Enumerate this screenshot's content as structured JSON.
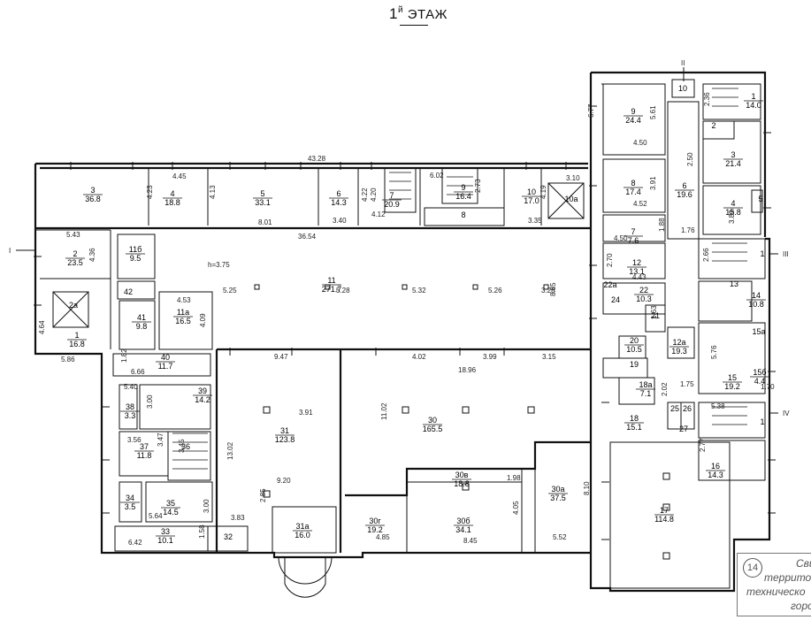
{
  "title": {
    "number": "1",
    "suffix": "й",
    "word": "ЭТАЖ"
  },
  "height_note": "h=3.75",
  "axes": [
    "I",
    "II",
    "III",
    "IV"
  ],
  "rooms": [
    {
      "no": "3",
      "area": "36.8"
    },
    {
      "no": "4",
      "area": "18.8"
    },
    {
      "no": "5",
      "area": "33.1"
    },
    {
      "no": "6",
      "area": "14.3"
    },
    {
      "no": "7",
      "area": "20.9"
    },
    {
      "no": "9",
      "area": "16.4"
    },
    {
      "no": "8",
      "area": ""
    },
    {
      "no": "10",
      "area": "17.0"
    },
    {
      "no": "10а",
      "area": ""
    },
    {
      "no": "2",
      "area": "23.5"
    },
    {
      "no": "2а",
      "area": ""
    },
    {
      "no": "1",
      "area": "16.8"
    },
    {
      "no": "11б",
      "area": "9.5"
    },
    {
      "no": "42",
      "area": ""
    },
    {
      "no": "41",
      "area": "9.8"
    },
    {
      "no": "11а",
      "area": "16.5"
    },
    {
      "no": "11",
      "area": "271.7"
    },
    {
      "no": "40",
      "area": "11.7"
    },
    {
      "no": "39",
      "area": "14.2"
    },
    {
      "no": "38",
      "area": "3.3"
    },
    {
      "no": "37",
      "area": "11.8"
    },
    {
      "no": "36",
      "area": ""
    },
    {
      "no": "34",
      "area": "3.5"
    },
    {
      "no": "35",
      "area": "14.5"
    },
    {
      "no": "33",
      "area": "10.1"
    },
    {
      "no": "32",
      "area": ""
    },
    {
      "no": "31",
      "area": "123.8"
    },
    {
      "no": "31а",
      "area": "16.0"
    },
    {
      "no": "30",
      "area": "165.5"
    },
    {
      "no": "30в",
      "area": "18.8"
    },
    {
      "no": "30г",
      "area": "19.2"
    },
    {
      "no": "30б",
      "area": "34.1"
    },
    {
      "no": "30а",
      "area": "37.5"
    },
    {
      "no": "9",
      "area": "24.4"
    },
    {
      "no": "8",
      "area": "17.4"
    },
    {
      "no": "7",
      "area": "7.6"
    },
    {
      "no": "10",
      "area": ""
    },
    {
      "no": "6",
      "area": "19.6"
    },
    {
      "no": "1",
      "area": "14.0"
    },
    {
      "no": "2",
      "area": ""
    },
    {
      "no": "3",
      "area": "21.4"
    },
    {
      "no": "4",
      "area": "15.8"
    },
    {
      "no": "5",
      "area": ""
    },
    {
      "no": "12",
      "area": "13.1"
    },
    {
      "no": "22",
      "area": "10.3"
    },
    {
      "no": "22а",
      "area": ""
    },
    {
      "no": "24",
      "area": ""
    },
    {
      "no": "21",
      "area": ""
    },
    {
      "no": "20",
      "area": "10.5"
    },
    {
      "no": "12а",
      "area": "19.3"
    },
    {
      "no": "19",
      "area": ""
    },
    {
      "no": "18а",
      "area": "7.1"
    },
    {
      "no": "18",
      "area": "15.1"
    },
    {
      "no": "25",
      "area": ""
    },
    {
      "no": "26",
      "area": ""
    },
    {
      "no": "27",
      "area": ""
    },
    {
      "no": "13",
      "area": ""
    },
    {
      "no": "14",
      "area": "10.8"
    },
    {
      "no": "15а",
      "area": ""
    },
    {
      "no": "15",
      "area": "19.2"
    },
    {
      "no": "15б",
      "area": "4.4"
    },
    {
      "no": "16",
      "area": "14.3"
    },
    {
      "no": "17",
      "area": "114.8"
    },
    {
      "no": "1",
      "area": ""
    },
    {
      "no": "1",
      "area": ""
    }
  ],
  "dimensions": [
    "43.28",
    "4.45",
    "4.23",
    "4.13",
    "8.01",
    "4.22",
    "4.20",
    "4.12",
    "3.40",
    "6.02",
    "2.73",
    "4.19",
    "3.10",
    "3.35",
    "36.54",
    "5.43",
    "4.36",
    "4.64",
    "5.86",
    "4.53",
    "4.09",
    "5.25",
    "5.28",
    "5.32",
    "5.26",
    "8.85",
    "3.28",
    "9.47",
    "4.02",
    "3.99",
    "3.15",
    "18.96",
    "11.02",
    "3.91",
    "13.02",
    "1.82",
    "6.66",
    "5.40",
    "3.00",
    "3.56",
    "3.47",
    "3.45",
    "5.64",
    "3.00",
    "2.85",
    "9.20",
    "3.83",
    "1.58",
    "6.42",
    "1.98",
    "4.85",
    "8.45",
    "4.05",
    "8.10",
    "5.52",
    "6.77",
    "5.61",
    "4.50",
    "3.91",
    "4.52",
    "1.88",
    "4.50",
    "2.36",
    "2.50",
    "1.76",
    "3.80",
    "2.66",
    "2.70",
    "4.43",
    "1.63",
    "5.76",
    "1.70",
    "5.38",
    "2.77",
    "1.75",
    "2.02"
  ],
  "stamp": {
    "circle": "14",
    "lines": [
      "Сви",
      "террито",
      "техническо",
      "горо"
    ]
  }
}
